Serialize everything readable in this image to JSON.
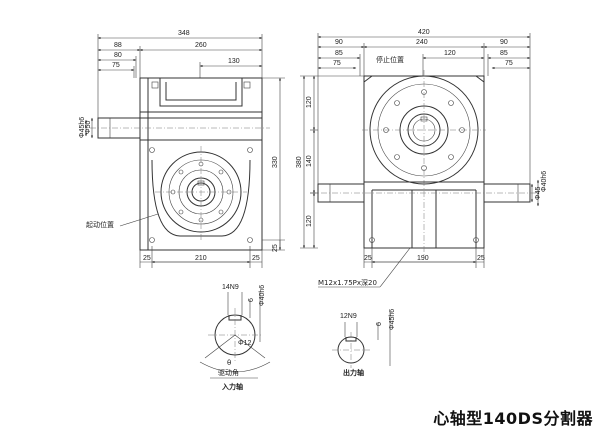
{
  "title": "心轴型140DS分割器",
  "side_view": {
    "dims": [
      "348",
      "88",
      "260",
      "80",
      "75",
      "130",
      "Φ50",
      "Φ45h6",
      "330",
      "25",
      "25",
      "210",
      "25"
    ],
    "start_position_label": "起动位置"
  },
  "front_view": {
    "dims": [
      "420",
      "90",
      "240",
      "90",
      "85",
      "120",
      "85",
      "75",
      "75",
      "120",
      "140",
      "380",
      "120",
      "Φ40h6",
      "Φ45",
      "25",
      "190",
      "25"
    ],
    "stop_position_label": "停止位置",
    "thread_label": "M12x1.75Px深20"
  },
  "input_shaft": {
    "keyway": "14N9",
    "dims": [
      "Φ40h6",
      "6",
      "Φ12",
      "θ"
    ],
    "drive_angle_label": "驱动角",
    "caption": "入力轴"
  },
  "output_shaft": {
    "keyway": "12N9",
    "dims": [
      "Φ45h6",
      "6"
    ],
    "caption": "出力轴"
  }
}
